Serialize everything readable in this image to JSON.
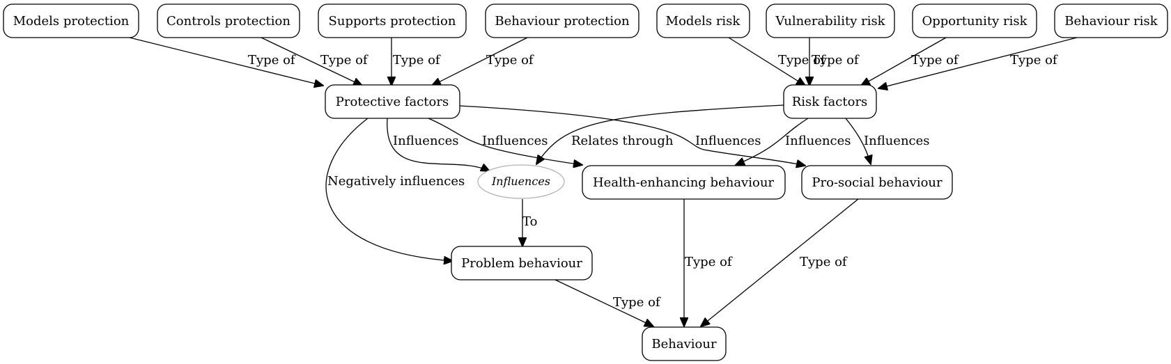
{
  "nodes": {
    "models_protection": "Models protection",
    "controls_protection": "Controls protection",
    "supports_protection": "Supports protection",
    "behaviour_protection": "Behaviour protection",
    "models_risk": "Models risk",
    "vulnerability_risk": "Vulnerability risk",
    "opportunity_risk": "Opportunity risk",
    "behaviour_risk": "Behaviour risk",
    "protective_factors": "Protective factors",
    "risk_factors": "Risk factors",
    "influences_hub": "Influences",
    "health_enhancing_behaviour": "Health-enhancing behaviour",
    "pro_social_behaviour": "Pro-social behaviour",
    "problem_behaviour": "Problem behaviour",
    "behaviour": "Behaviour"
  },
  "edges": {
    "models_protection_to_protective": "Type of",
    "controls_protection_to_protective": "Type of",
    "supports_protection_to_protective": "Type of",
    "behaviour_protection_to_protective": "Type of",
    "models_risk_to_risk": "Type of",
    "vulnerability_risk_to_risk": "Type of",
    "opportunity_risk_to_risk": "Type of",
    "behaviour_risk_to_risk": "Type of",
    "protective_to_influences": "Influences",
    "protective_to_health": "Influences",
    "protective_to_prosocial": "Influences",
    "protective_to_problem": "Negatively influences",
    "risk_to_influences": "Relates through",
    "risk_to_health": "Influences",
    "risk_to_prosocial": "Influences",
    "influences_to_problem": "To",
    "problem_to_behaviour": "Type of",
    "health_to_behaviour": "Type of",
    "prosocial_to_behaviour": "Type of"
  }
}
